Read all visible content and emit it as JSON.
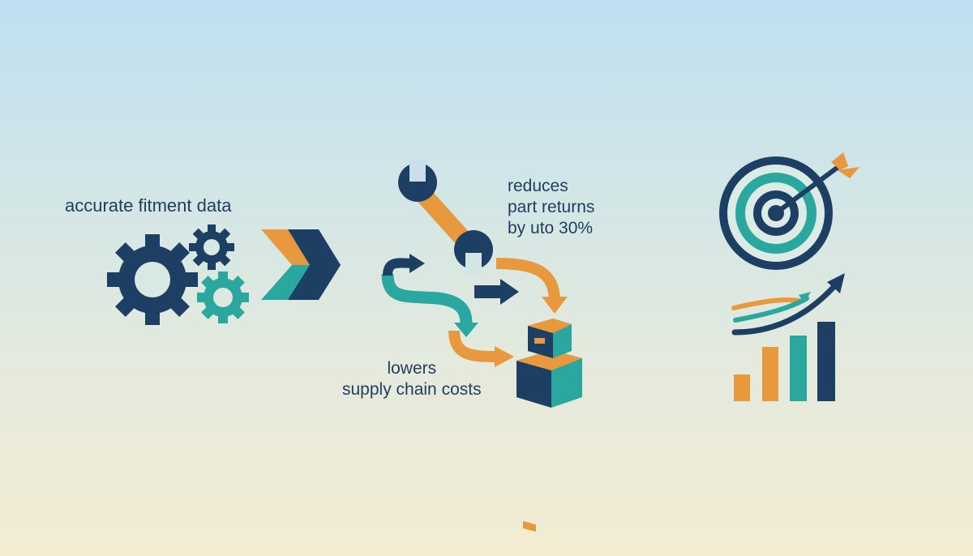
{
  "colors": {
    "navy": "#1c3f63",
    "teal": "#2aa8a0",
    "orange": "#e8993e",
    "text": "#1f3d5c"
  },
  "labels": {
    "fitment": "accurate fitment data",
    "reduces": [
      "reduces",
      "part returns",
      "by uto 30%"
    ],
    "lowers": [
      "lowers",
      "supply chain costs"
    ]
  },
  "icons": [
    "gears-icon",
    "chevron-arrows-icon",
    "wrench-icon",
    "flow-arrows-icon",
    "boxes-icon",
    "target-icon",
    "bar-chart-growth-icon"
  ]
}
